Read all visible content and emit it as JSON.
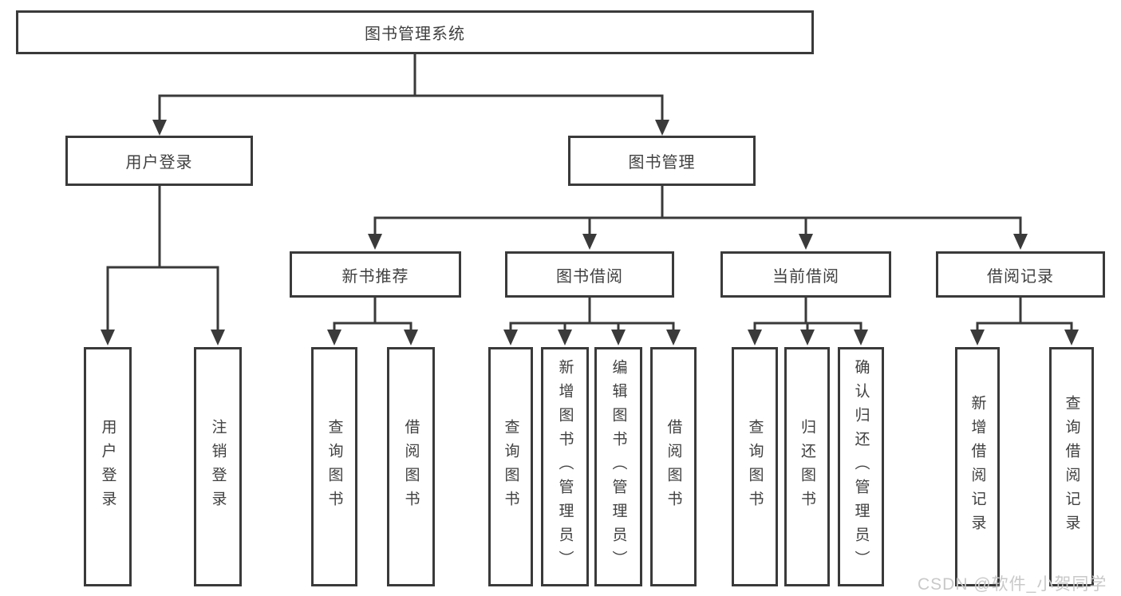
{
  "diagram": {
    "root": {
      "label": "图书管理系统"
    },
    "level2": [
      {
        "label": "用户登录",
        "children": [
          "用户登录",
          "注销登录"
        ]
      },
      {
        "label": "图书管理"
      }
    ],
    "level3": [
      {
        "label": "新书推荐",
        "children": [
          "查询图书",
          "借阅图书"
        ]
      },
      {
        "label": "图书借阅",
        "children": [
          "查询图书",
          "新增图书（管理员）",
          "编辑图书（管理员）",
          "借阅图书"
        ]
      },
      {
        "label": "当前借阅",
        "children": [
          "查询图书",
          "归还图书",
          "确认归还（管理员）"
        ]
      },
      {
        "label": "借阅记录",
        "children": [
          "新增借阅记录",
          "查询借阅记录"
        ]
      }
    ]
  },
  "watermark": {
    "text": "CSDN @软件_小贺同学"
  },
  "colors": {
    "line": "#3a3a3a",
    "box_border": "#3a3a3a",
    "box_bg": "#ffffff",
    "text": "#404040",
    "watermark": "#c9c9c9"
  }
}
